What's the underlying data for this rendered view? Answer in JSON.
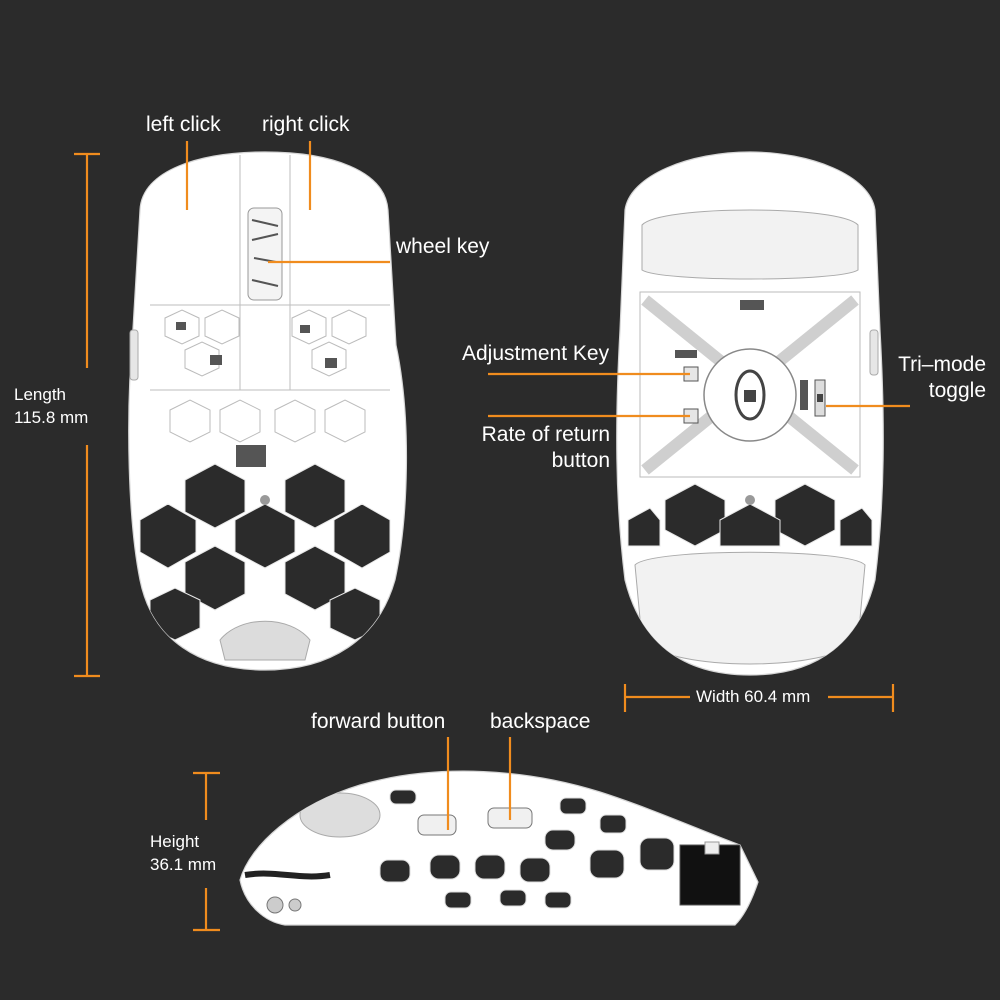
{
  "colors": {
    "background": "#2b2b2b",
    "accent": "#f08c1e",
    "label": "#ffffff",
    "drawing": "#ffffff"
  },
  "top_view": {
    "left_click": "left click",
    "right_click": "right click",
    "wheel_key": "wheel key",
    "length_label": "Length",
    "length_value": "115.8 mm"
  },
  "bottom_view": {
    "adjustment_key": "Adjustment Key",
    "rate_line1": "Rate of return",
    "rate_line2": "button",
    "tri_line1": "Tri–mode",
    "tri_line2": "toggle",
    "width_label": "Width 60.4 mm"
  },
  "side_view": {
    "forward_button": "forward button",
    "backspace": "backspace",
    "height_label": "Height",
    "height_value": "36.1 mm"
  }
}
